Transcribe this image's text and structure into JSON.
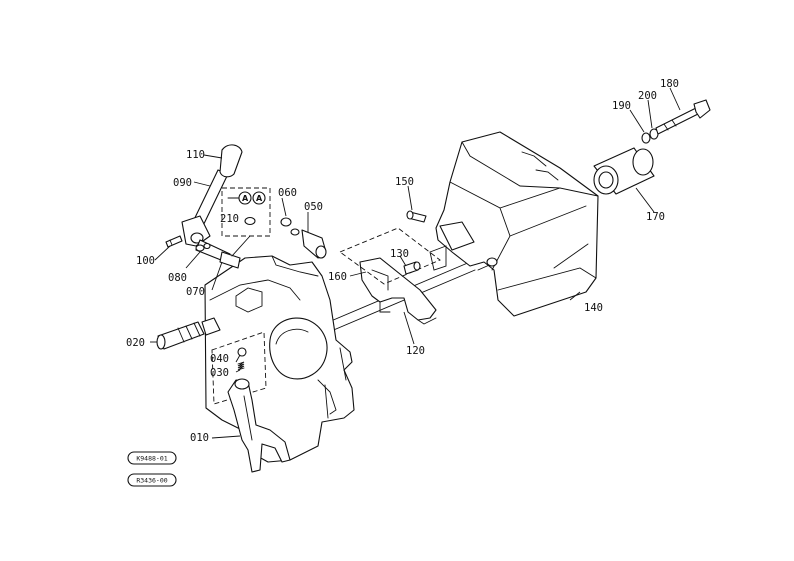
{
  "labels": {
    "p110": "110",
    "p090": "090",
    "p100": "100",
    "p080": "080",
    "p070": "070",
    "p210": "210",
    "p060": "060",
    "p050": "050",
    "p020": "020",
    "p040": "040",
    "p030": "030",
    "p010": "010",
    "p150": "150",
    "p130": "130",
    "p160": "160",
    "p120": "120",
    "p140": "140",
    "p170": "170",
    "p180": "180",
    "p190": "190",
    "p200": "200"
  },
  "detail_marks": [
    "A",
    "A"
  ],
  "references": {
    "ref1": "K9488-01",
    "ref2": "R3436-00"
  }
}
